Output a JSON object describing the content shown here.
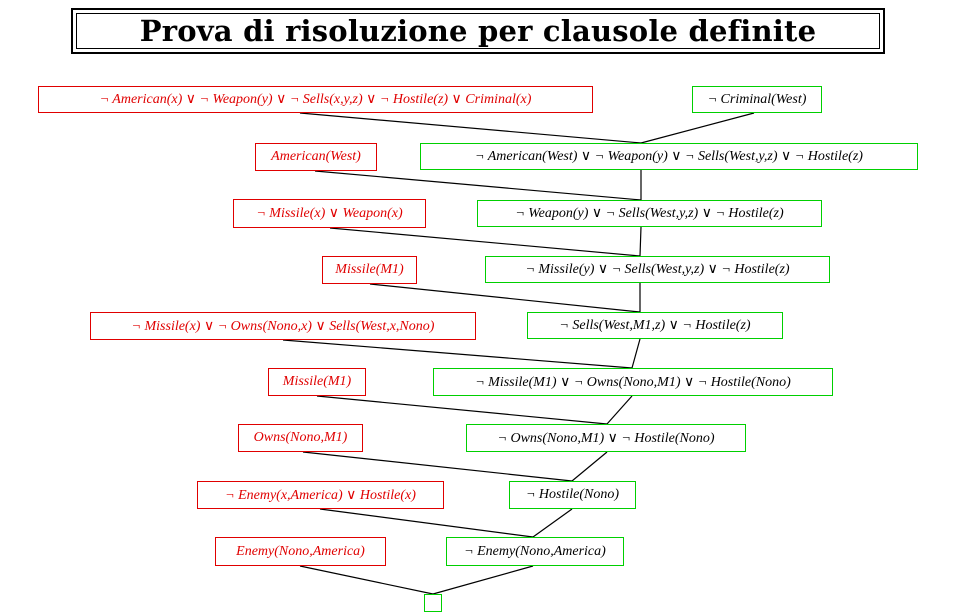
{
  "title": "Prova di risoluzione per clausole definite",
  "colors": {
    "kb_clause": "#e00000",
    "derived_clause": "#00d000",
    "edge": "#000000"
  },
  "kb_clauses": [
    "¬ American(x)  ∨ ¬ Weapon(y)  ∨ ¬ Sells(x,y,z)  ∨ ¬ Hostile(z)  ∨ Criminal(x)",
    "American(West)",
    "¬ Missile(x)  ∨ Weapon(x)",
    "Missile(M1)",
    "¬ Missile(x)  ∨ ¬ Owns(Nono,x)  ∨ Sells(West,x,Nono)",
    "Missile(M1)",
    "Owns(Nono,M1)",
    "¬ Enemy(x,America)  ∨ Hostile(x)",
    "Enemy(Nono,America)"
  ],
  "derived_clauses": [
    "¬ Criminal(West)",
    "¬ American(West)  ∨ ¬ Weapon(y)  ∨ ¬ Sells(West,y,z)  ∨ ¬ Hostile(z)",
    "¬ Weapon(y)  ∨ ¬ Sells(West,y,z)  ∨ ¬ Hostile(z)",
    "¬ Missile(y)  ∨ ¬ Sells(West,y,z)  ∨ ¬ Hostile(z)",
    "¬ Sells(West,M1,z)  ∨ ¬ Hostile(z)",
    "¬ Missile(M1)  ∨ ¬ Owns(Nono,M1)  ∨ ¬ Hostile(Nono)",
    "¬ Owns(Nono,M1)  ∨ ¬ Hostile(Nono)",
    "¬ Hostile(Nono)",
    "¬ Enemy(Nono,America)",
    ""
  ]
}
